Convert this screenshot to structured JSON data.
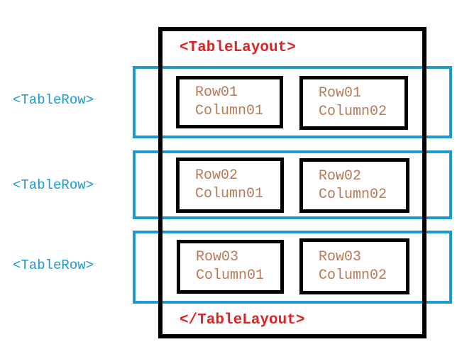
{
  "diagram": {
    "open_tag": "<TableLayout>",
    "close_tag": "</TableLayout>"
  },
  "colors": {
    "layout_tag": "#e02222",
    "row_tag": "#1b9ad2",
    "row_border": "#1b9ad2",
    "cell_text": "#b97a57",
    "box_border": "#000000"
  },
  "rows": [
    {
      "label": "<TableRow>",
      "cells": [
        {
          "line1": "Row01",
          "line2": "Column01"
        },
        {
          "line1": "Row01",
          "line2": "Column02"
        }
      ]
    },
    {
      "label": "<TableRow>",
      "cells": [
        {
          "line1": "Row02",
          "line2": "Column01"
        },
        {
          "line1": "Row02",
          "line2": "Column02"
        }
      ]
    },
    {
      "label": "<TableRow>",
      "cells": [
        {
          "line1": "Row03",
          "line2": "Column01"
        },
        {
          "line1": "Row03",
          "line2": "Column02"
        }
      ]
    }
  ]
}
